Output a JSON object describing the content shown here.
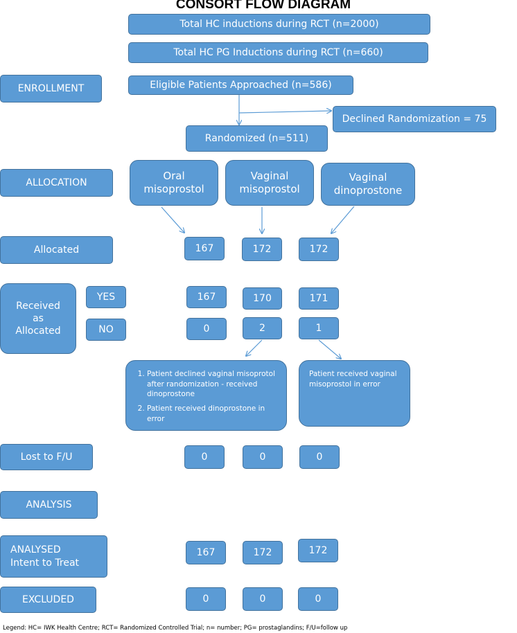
{
  "title": "CONSORT FLOW DIAGRAM",
  "top_boxes": {
    "hc_inductions": "Total HC inductions during RCT (n=2000)",
    "pg_inductions": "Total HC PG Inductions during RCT (n=660)",
    "approached": "Eligible Patients Approached  (n=586)",
    "declined": "Declined Randomization = 75",
    "randomized": "Randomized (n=511)"
  },
  "stages": {
    "enrollment": "ENROLLMENT",
    "allocation": "ALLOCATION",
    "allocated": "Allocated",
    "received": "Received\nas\nAllocated",
    "yes": "YES",
    "no": "NO",
    "lost": "Lost to F/U",
    "analysis": "ANALYSIS",
    "analysed": "ANALYSED\nIntent to Treat",
    "excluded": "EXCLUDED"
  },
  "arms": [
    {
      "name": "Oral\nmisoprostol",
      "allocated": "167",
      "received_yes": "167",
      "received_no": "0",
      "lost": "0",
      "analysed": "167",
      "excluded": "0"
    },
    {
      "name": "Vaginal\nmisoprostol",
      "allocated": "172",
      "received_yes": "170",
      "received_no": "2",
      "lost": "0",
      "analysed": "172",
      "excluded": "0"
    },
    {
      "name": "Vaginal\ndinoprostone",
      "allocated": "172",
      "received_yes": "171",
      "received_no": "1",
      "lost": "0",
      "analysed": "172",
      "excluded": "0"
    }
  ],
  "notes": {
    "vaginal_misoprostol": [
      "Patient declined vaginal misoprotol after randomization - received dinoprostone",
      "Patient received dinoprostone in error"
    ],
    "vaginal_dinoprostone": "Patient received vaginal misoprostol  in error"
  },
  "legend": "Legend: HC= IWK Health Centre; RCT= Randomized Controlled Trial; n= number; PG= prostaglandins; F/U=follow up",
  "colors": {
    "box_fill": "#5b9bd5",
    "box_border": "#41719c",
    "text": "#ffffff"
  }
}
